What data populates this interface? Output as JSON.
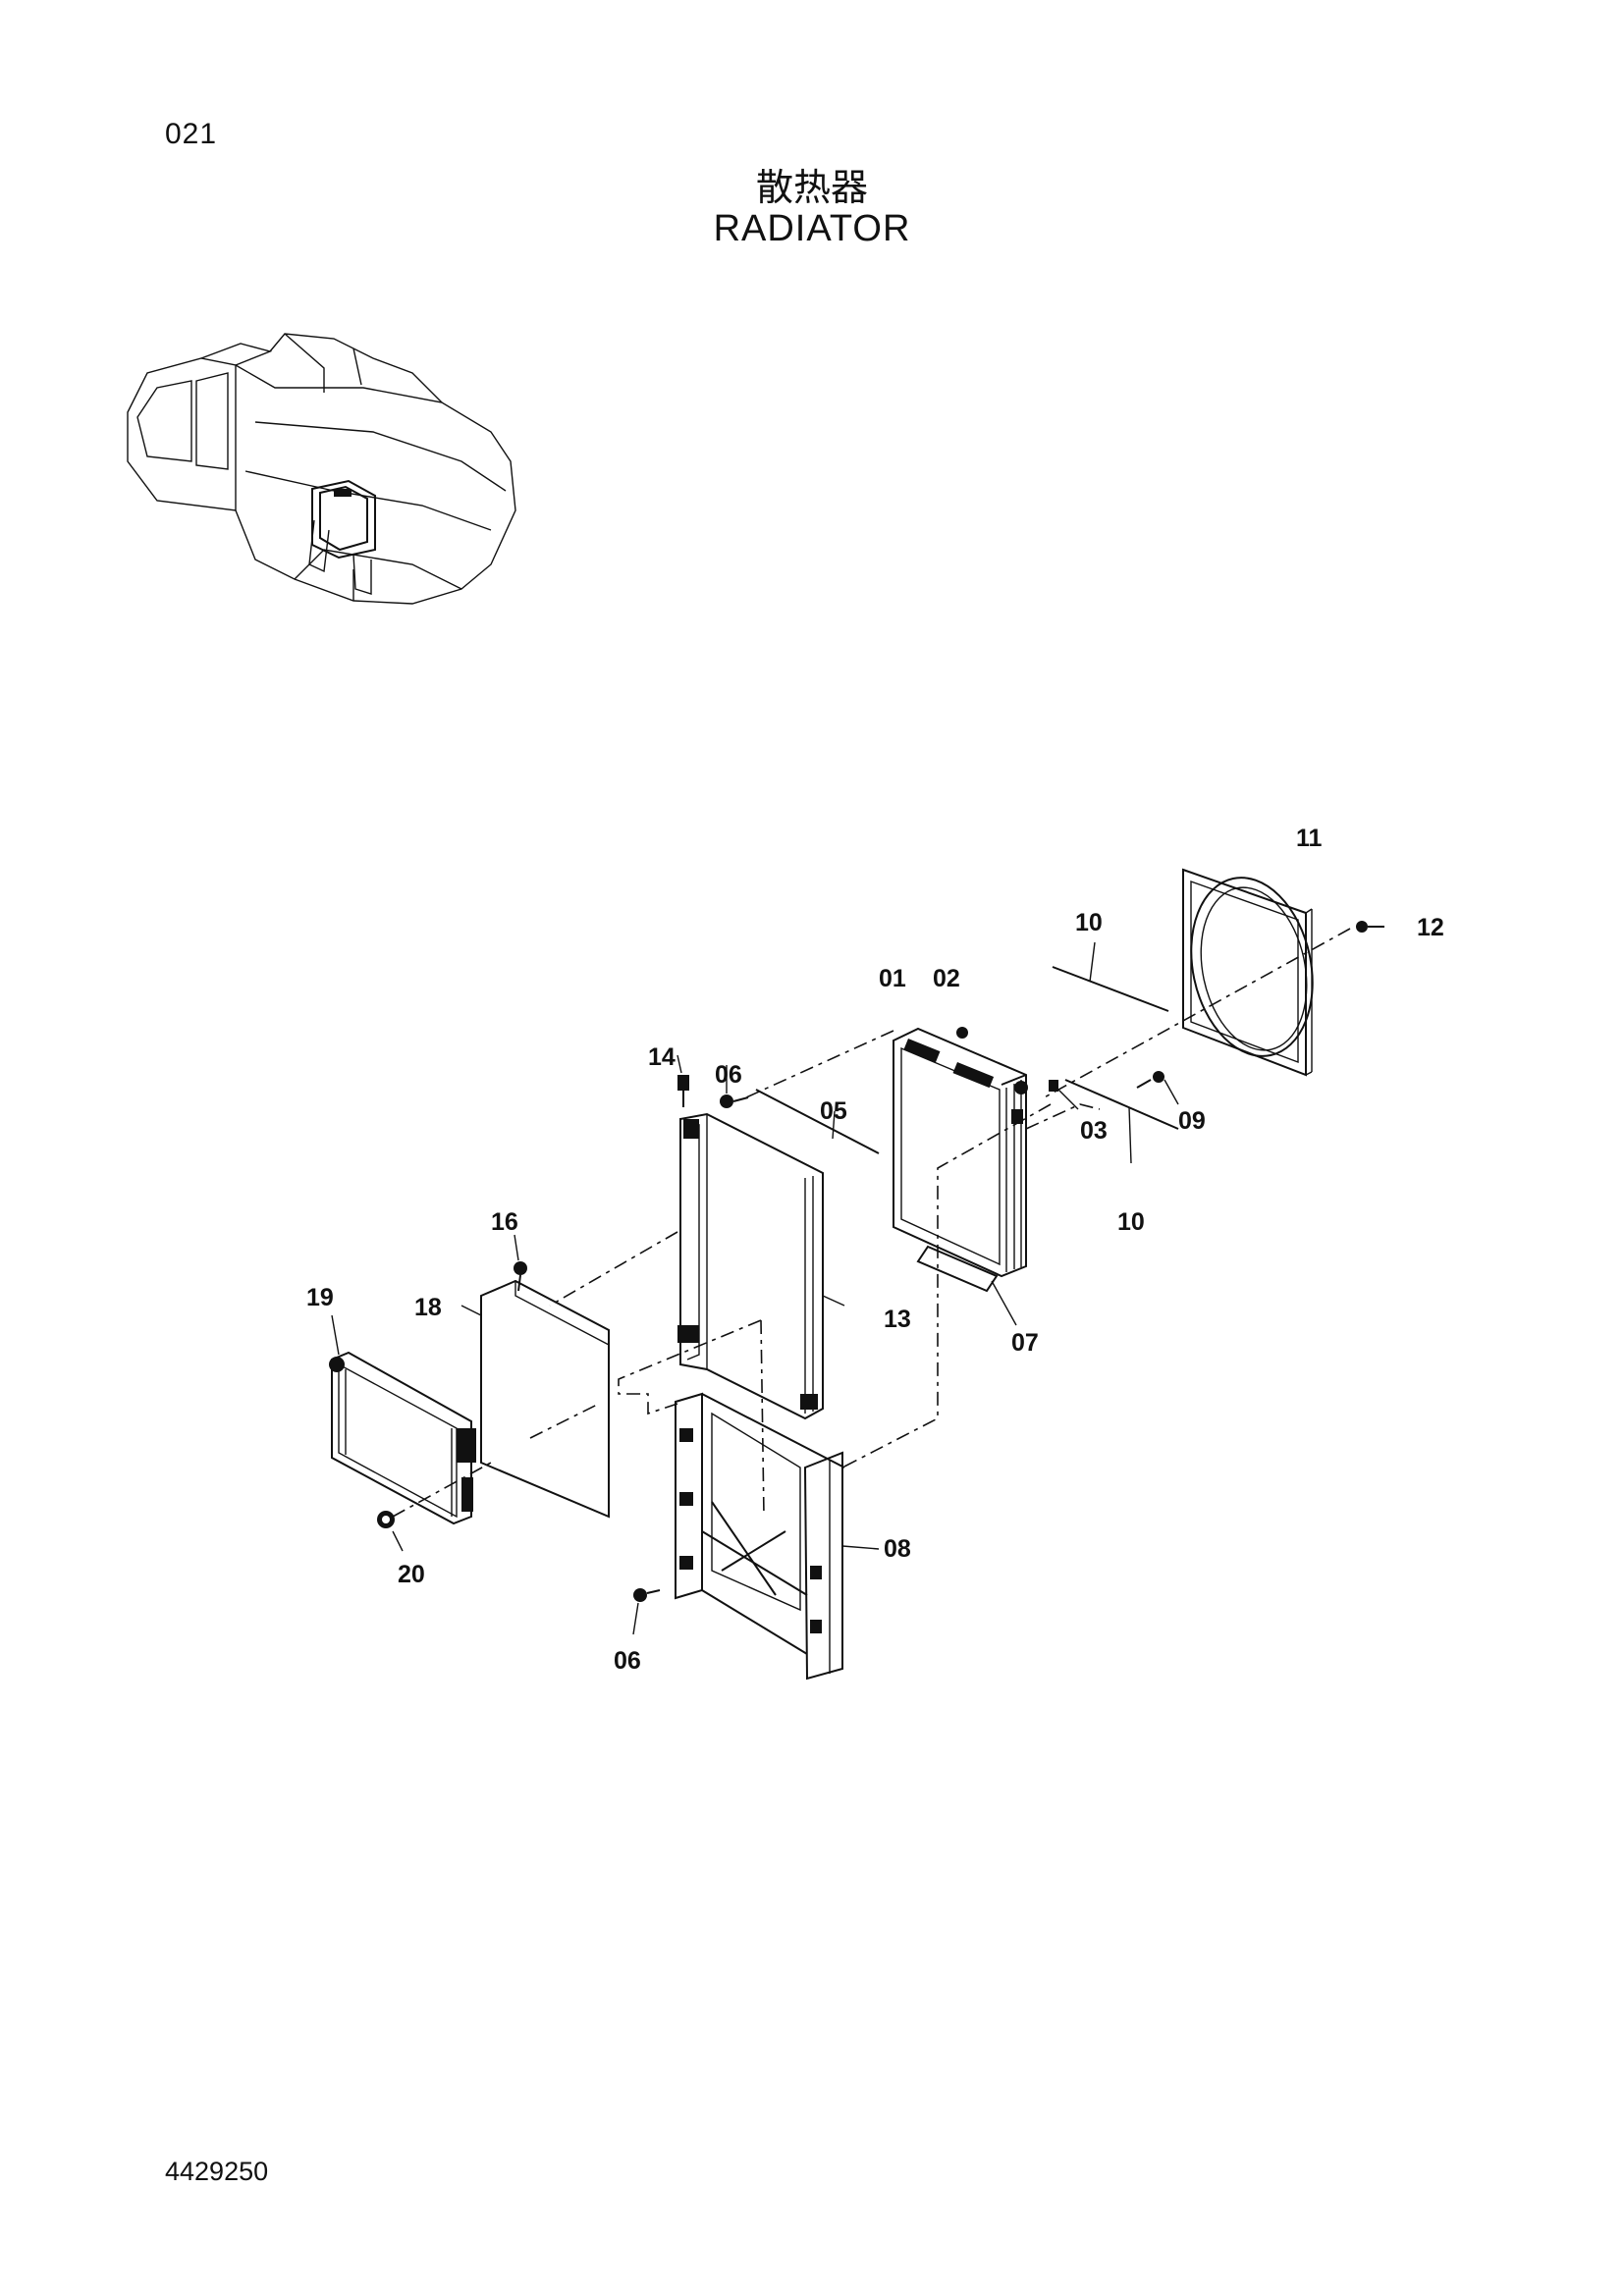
{
  "page_number": "021",
  "title_cn": "散热器",
  "title_en": "RADIATOR",
  "document_code": "4429250",
  "callouts": {
    "c01": "01",
    "c02": "02",
    "c03": "03",
    "c05": "05",
    "c06a": "06",
    "c06b": "06",
    "c07": "07",
    "c08": "08",
    "c09": "09",
    "c10a": "10",
    "c10b": "10",
    "c11": "11",
    "c12": "12",
    "c13": "13",
    "c14": "14",
    "c16": "16",
    "c18": "18",
    "c19": "19",
    "c20": "20"
  }
}
